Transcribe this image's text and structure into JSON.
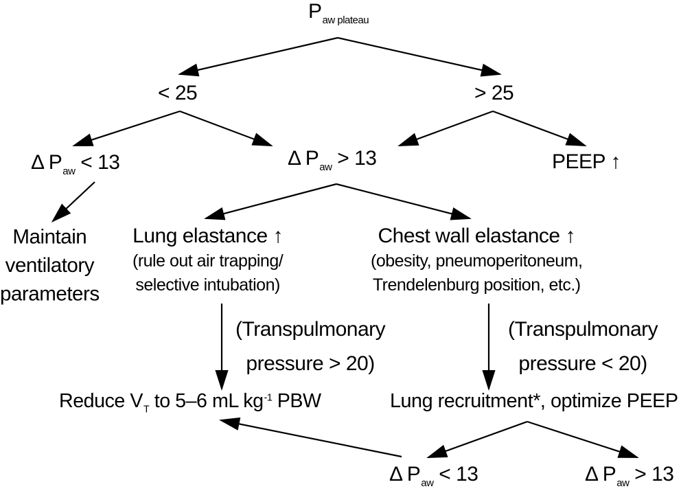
{
  "nodes": {
    "root": {
      "main": "P",
      "sub": "aw plateau"
    },
    "lt25": {
      "text": "< 25"
    },
    "gt25": {
      "text": "> 25"
    },
    "dpaw_lt13_left": {
      "pre": "Δ P",
      "sub": "aw",
      "post": " < 13"
    },
    "dpaw_gt13_mid": {
      "pre": "Δ P",
      "sub": "aw",
      "post": " > 13"
    },
    "peep_up": {
      "text": "PEEP ↑"
    },
    "maintain": {
      "lines": [
        "Maintain",
        "ventilatory",
        "parameters"
      ]
    },
    "lung_elastance": {
      "title": "Lung elastance ↑",
      "lines": [
        "(rule out air trapping/",
        "selective intubation)"
      ]
    },
    "chest_wall": {
      "title": "Chest wall elastance ↑",
      "lines": [
        "(obesity, pneumoperitoneum,",
        "Trendelenburg position, etc.)"
      ]
    },
    "transp_gt20": {
      "lines": [
        "(Transpulmonary",
        "pressure > 20)"
      ]
    },
    "transp_lt20": {
      "lines": [
        "(Transpulmonary",
        "pressure < 20)"
      ]
    },
    "reduce_vt": {
      "p1": "Reduce V",
      "sub": "T",
      "p2": " to 5–6 mL kg",
      "sup": "-1",
      "p3": " PBW"
    },
    "recruitment": {
      "text": "Lung recruitment*, optimize PEEP"
    },
    "dpaw_lt13_bottom": {
      "pre": "Δ P",
      "sub": "aw",
      "post": " < 13"
    },
    "dpaw_gt13_bottom": {
      "pre": "Δ P",
      "sub": "aw",
      "post": " > 13"
    }
  }
}
